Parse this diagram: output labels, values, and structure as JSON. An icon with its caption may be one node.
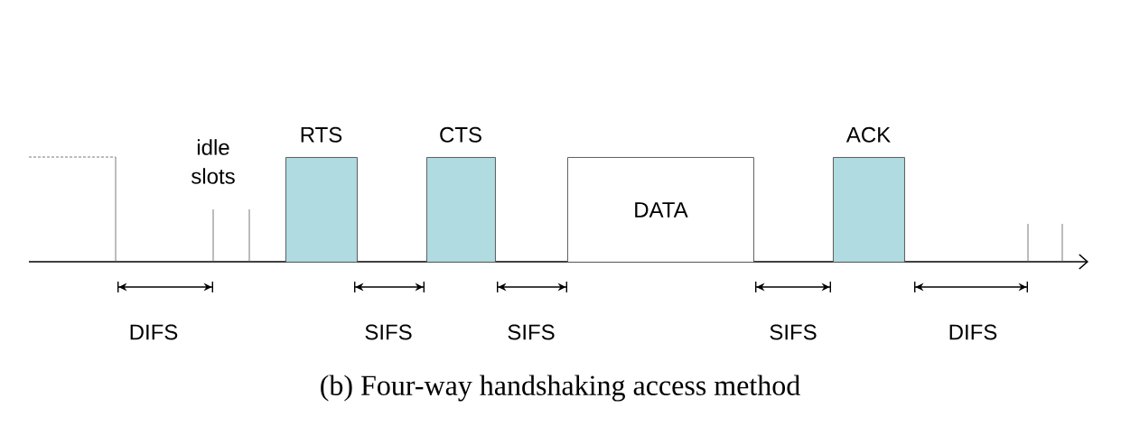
{
  "diagram": {
    "caption": "(b) Four-way handshaking access method",
    "nodes": [
      {
        "text": [
          "RTS"
        ]
      },
      {
        "text": [
          "CTS"
        ]
      },
      {
        "text": [
          "DATA"
        ]
      },
      {
        "text": [
          "ACK"
        ]
      }
    ],
    "labels": [
      "idle slots",
      "DIFS",
      "SIFS",
      "SIFS",
      "SIFS",
      "DIFS"
    ]
  }
}
